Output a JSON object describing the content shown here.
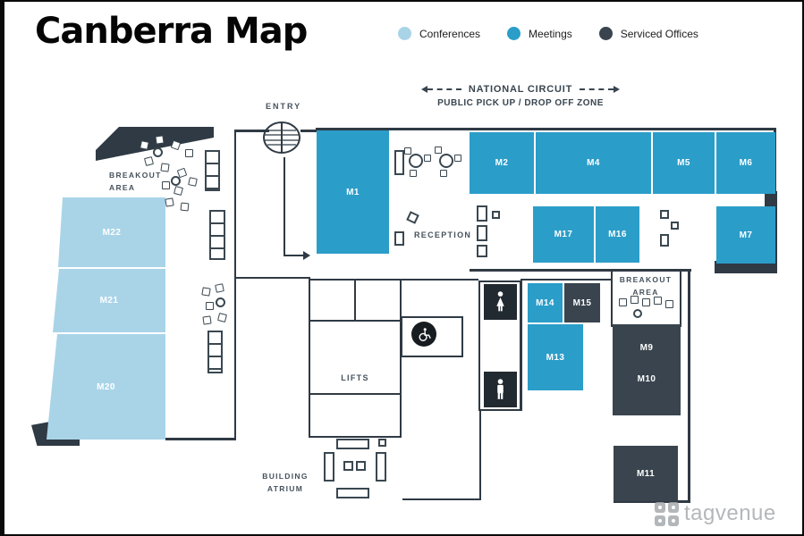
{
  "title": "Canberra Map",
  "legend": {
    "conferences": "Conferences",
    "meetings": "Meetings",
    "serviced_offices": "Serviced Offices"
  },
  "colors": {
    "conference": "#a9d4e8",
    "meeting": "#2b9dc9",
    "serviced_office": "#39444e",
    "wall": "#2f3a44"
  },
  "labels": {
    "entry": "ENTRY",
    "national_circuit": "NATIONAL CIRCUIT",
    "pickup_zone": "PUBLIC PICK UP / DROP OFF ZONE",
    "reception": "RECEPTION",
    "breakout_left": "BREAKOUT AREA",
    "breakout_right": "BREAKOUT AREA",
    "lifts": "LIFTS",
    "building_atrium": "BUILDING ATRIUM"
  },
  "rooms": {
    "m1": "M1",
    "m2": "M2",
    "m4": "M4",
    "m5": "M5",
    "m6": "M6",
    "m7": "M7",
    "m9": "M9",
    "m10": "M10",
    "m11": "M11",
    "m13": "M13",
    "m14": "M14",
    "m15": "M15",
    "m16": "M16",
    "m17": "M17",
    "m20": "M20",
    "m21": "M21",
    "m22": "M22"
  },
  "watermark": {
    "text": "tagvenue"
  }
}
